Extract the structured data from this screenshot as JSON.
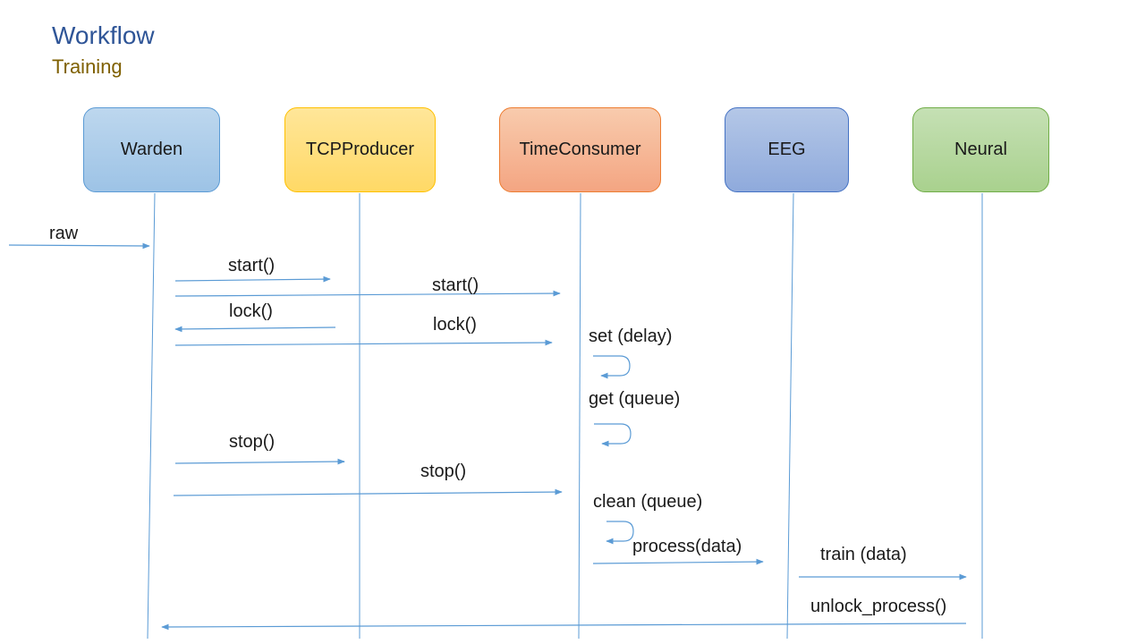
{
  "header": {
    "title": "Workflow",
    "subtitle": "Training"
  },
  "colors": {
    "arrow": "#5b9bd5",
    "title": "#2f5597",
    "subtitle": "#7f6000"
  },
  "actors": [
    {
      "id": "warden",
      "label": "Warden",
      "fill_top": "#bdd7ee",
      "fill_bottom": "#9dc3e6",
      "border": "#5b9bd5"
    },
    {
      "id": "tcpproducer",
      "label": "TCPProducer",
      "fill_top": "#ffe699",
      "fill_bottom": "#ffd966",
      "border": "#ffc000"
    },
    {
      "id": "timeconsumer",
      "label": "TimeConsumer",
      "fill_top": "#f8cbad",
      "fill_bottom": "#f4a582",
      "border": "#ed7d31"
    },
    {
      "id": "eeg",
      "label": "EEG",
      "fill_top": "#b4c7e7",
      "fill_bottom": "#8faadc",
      "border": "#4472c4"
    },
    {
      "id": "neural",
      "label": "Neural",
      "fill_top": "#c5e0b4",
      "fill_bottom": "#a9d18e",
      "border": "#70ad47"
    }
  ],
  "messages": [
    {
      "label": "raw",
      "from": "external",
      "to": "warden"
    },
    {
      "label": "start()",
      "from": "warden",
      "to": "tcpproducer"
    },
    {
      "label": "start()",
      "from": "warden",
      "to": "timeconsumer"
    },
    {
      "label": "lock()",
      "from": "tcpproducer",
      "to": "warden"
    },
    {
      "label": "lock()",
      "from": "warden",
      "to": "timeconsumer"
    },
    {
      "label": "set (delay)",
      "from": "timeconsumer",
      "to": "timeconsumer"
    },
    {
      "label": "get (queue)",
      "from": "timeconsumer",
      "to": "timeconsumer"
    },
    {
      "label": "stop()",
      "from": "warden",
      "to": "tcpproducer"
    },
    {
      "label": "stop()",
      "from": "warden",
      "to": "timeconsumer"
    },
    {
      "label": "clean (queue)",
      "from": "timeconsumer",
      "to": "timeconsumer"
    },
    {
      "label": "process(data)",
      "from": "timeconsumer",
      "to": "eeg"
    },
    {
      "label": "train (data)",
      "from": "eeg",
      "to": "neural"
    },
    {
      "label": "unlock_process()",
      "from": "neural",
      "to": "warden"
    }
  ]
}
